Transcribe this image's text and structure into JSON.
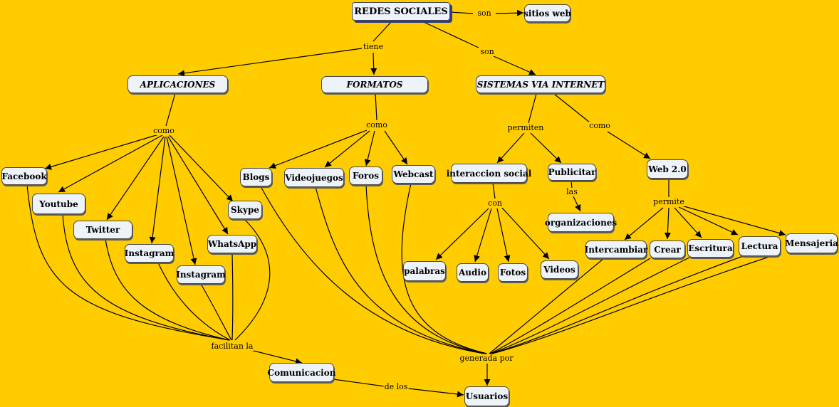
{
  "colors": {
    "background": "#FFCC00",
    "node_fill": "#EEF3FA",
    "line": "#000000",
    "root_shadow": "#2c3a8a"
  },
  "nodes": {
    "redes": "REDES SOCIALES",
    "sitios": "sitios web",
    "aplicaciones": "APLICACIONES",
    "formatos": "FORMATOS",
    "sistemas": "SISTEMAS VIA INTERNET",
    "facebook": "Facebook",
    "youtube": "Youtube",
    "twitter": "Twitter",
    "instagram1": "Instagram",
    "instagram2": "Instagram",
    "whatsapp": "WhatsApp",
    "skype": "Skype",
    "blogs": "Blogs",
    "videojuegos": "Videojuegos",
    "foros": "Foros",
    "webcast": "Webcast",
    "interaccion": "interaccion social",
    "publicitar": "Publicitar",
    "organizaciones": "organizaciones",
    "web20": "Web 2.0",
    "palabras": "palabras",
    "audio": "Audio",
    "fotos": "Fotos",
    "videos": "Videos",
    "intercambiar": "Intercambiar",
    "crear": "Crear",
    "escritura": "Escritura",
    "lectura": "Lectura",
    "mensajeria": "Mensajeria",
    "comunicacion": "Comunicacion",
    "usuarios": "Usuarios"
  },
  "links": {
    "son1": "son",
    "tiene": "tiene",
    "son2": "son",
    "como_apl": "como",
    "como_for": "como",
    "permiten": "permiten",
    "como_sis": "como",
    "las": "las",
    "con": "con",
    "permite": "permite",
    "facilitan": "facilitan la",
    "generada": "generada por",
    "delos": "de los"
  }
}
